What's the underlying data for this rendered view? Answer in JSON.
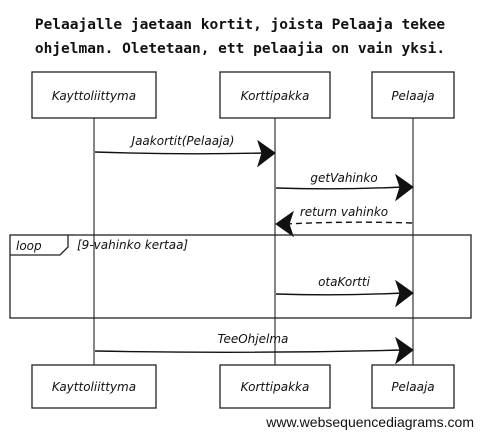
{
  "title": {
    "line1": "Pelaajalle jaetaan kortit, joista Pelaaja tekee",
    "line2": "ohjelman. Oletetaan, ett  pelaajia on vain yksi."
  },
  "participants": [
    {
      "id": "ui",
      "label": "Kayttoliittyma"
    },
    {
      "id": "deck",
      "label": "Korttipakka"
    },
    {
      "id": "player",
      "label": "Pelaaja"
    }
  ],
  "messages": [
    {
      "label": "Jaakortit(Pelaaja)"
    },
    {
      "label": "getVahinko"
    },
    {
      "label": "return vahinko"
    },
    {
      "label": "otaKortti"
    },
    {
      "label": "TeeOhjelma"
    }
  ],
  "loop": {
    "keyword": "loop",
    "condition": "[9-vahinko kertaa]"
  },
  "watermark": "www.websequencediagrams.com"
}
